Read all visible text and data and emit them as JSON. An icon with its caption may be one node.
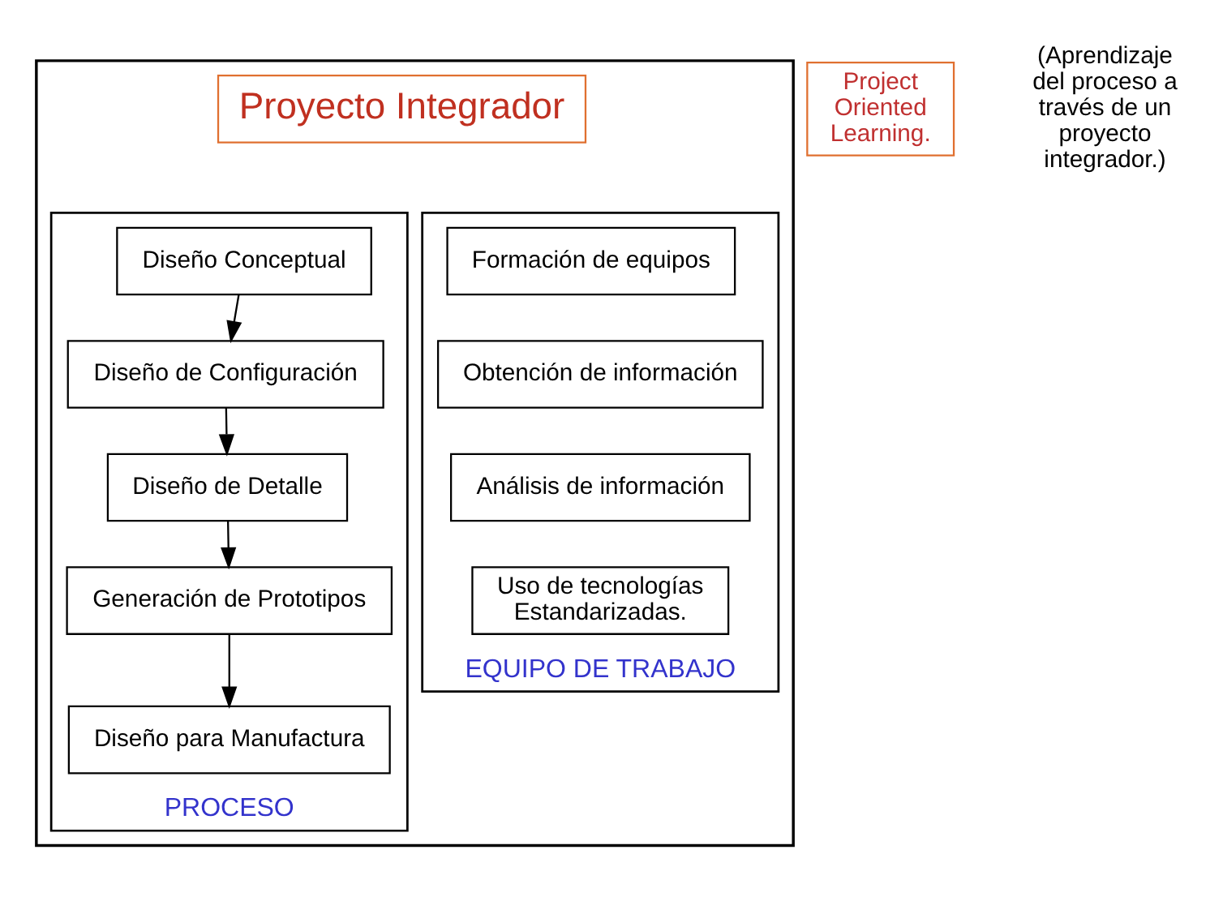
{
  "diagram": {
    "nodes": [
      {
        "text": [],
        "shape": "box"
      },
      {
        "text": [
          "Proyecto Integrador"
        ],
        "in": 0
      },
      {
        "text": [
          "PROCESO"
        ],
        "in": 0
      },
      {
        "text": [
          "Diseño Conceptual"
        ],
        "in": 2
      },
      {
        "text": [
          "Diseño de Configuración"
        ],
        "in": 2
      },
      {
        "text": [
          "Diseño de Detalle"
        ],
        "in": 2
      },
      {
        "text": [
          "Generación de Prototipos"
        ],
        "in": 2
      },
      {
        "text": [
          "Diseño para Manufactura"
        ],
        "in": 2
      },
      {
        "text": [
          "EQUIPO DE TRABAJO"
        ],
        "in": 0
      },
      {
        "text": [
          "Formación de equipos"
        ],
        "in": 8
      },
      {
        "text": [
          "Obtención de información"
        ],
        "in": 8
      },
      {
        "text": [
          "Análisis de información"
        ],
        "in": 8
      },
      {
        "text": [
          "Uso de tecnologías Estandarizadas."
        ],
        "in": 8
      },
      {
        "text": [
          "Project Oriented Learning."
        ],
        "beside": [
          "(Aprendizaje del proceso a través de un proyecto integrador.)"
        ]
      }
    ],
    "edges": [
      {
        "from": 3,
        "to": 4,
        "arrow": "to"
      },
      {
        "from": 4,
        "to": 5,
        "arrow": "to"
      },
      {
        "from": 5,
        "to": 6,
        "arrow": "to"
      },
      {
        "from": 6,
        "to": 7,
        "arrow": "to"
      }
    ]
  }
}
